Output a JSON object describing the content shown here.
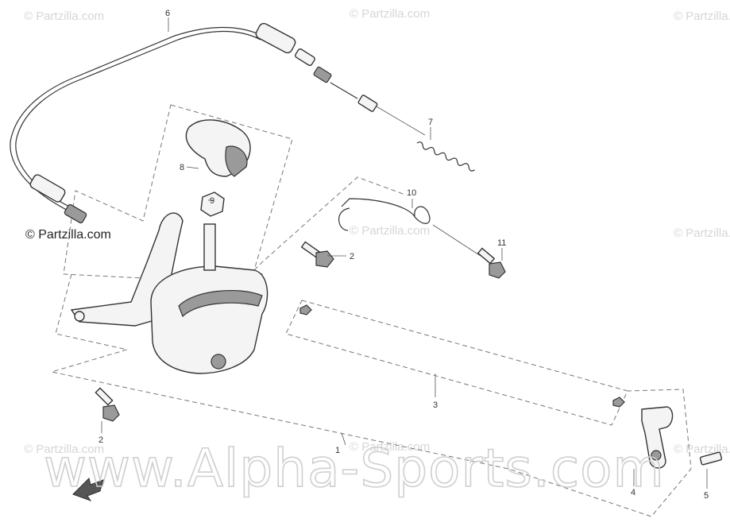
{
  "watermarks": {
    "partzilla": "© Partzilla.com",
    "partzilla_dark": "© Partzilla.com",
    "alpha": "www.Alpha-Sports.com"
  },
  "callouts": {
    "c1": "1",
    "c2a": "2",
    "c2b": "2",
    "c3": "3",
    "c4": "4",
    "c5": "5",
    "c6": "6",
    "c7": "7",
    "c8": "8",
    "c9": "9",
    "c10": "10",
    "c11": "11"
  }
}
